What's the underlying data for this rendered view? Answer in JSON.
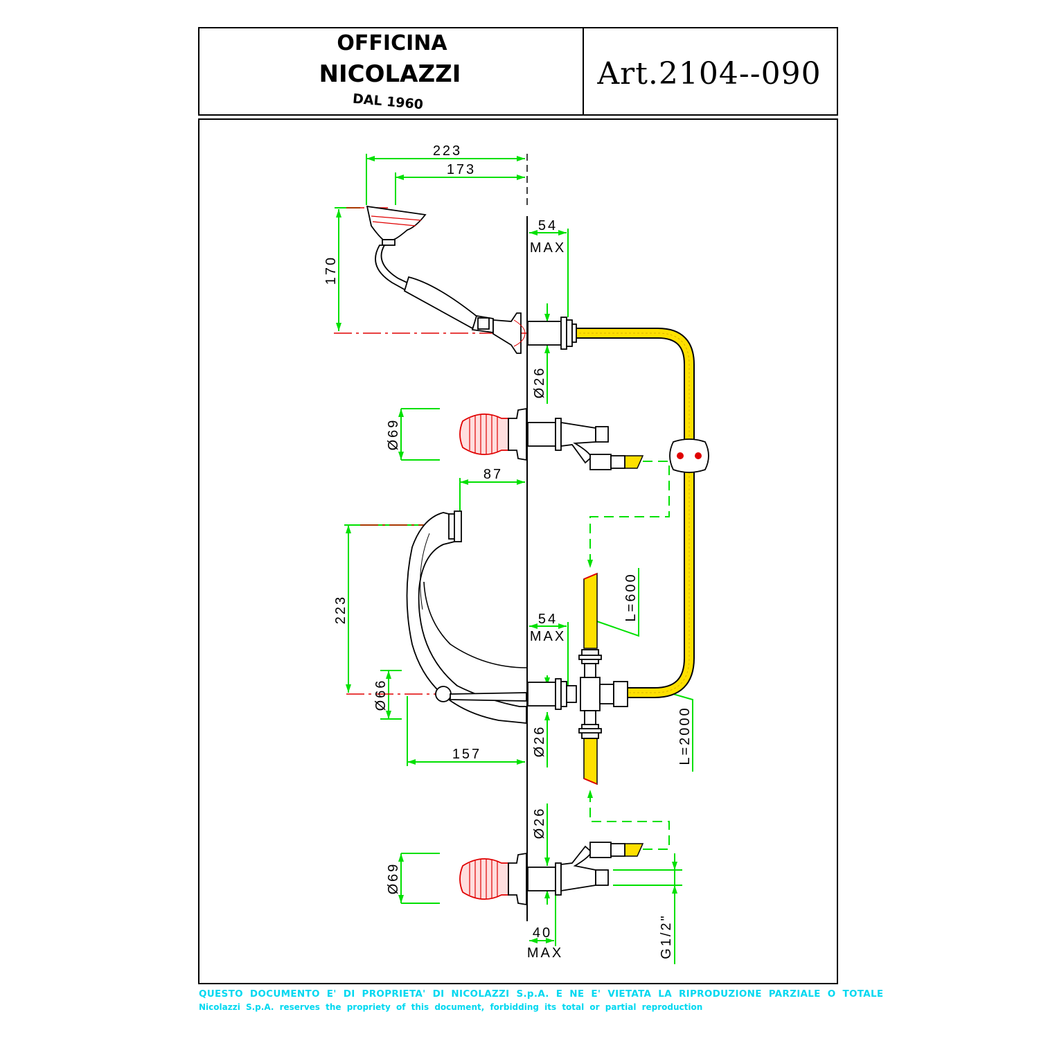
{
  "title_block": {
    "brand_line1": "OFFICINA",
    "brand_line2": "NICOLAZZI",
    "brand_line3": "DAL 1960",
    "article": "Art.2104--090"
  },
  "dimensions": {
    "handshower_width_total": "223",
    "handshower_width_inner": "173",
    "handshower_height": "170",
    "wall_depth_top": "54",
    "max_top": "MAX",
    "dia_26_a": "Ø26",
    "dia_69_a": "Ø69",
    "spout_reach_87": "87",
    "spout_height_223": "223",
    "wall_depth_mid": "54",
    "max_mid": "MAX",
    "dia_66": "Ø66",
    "spout_157": "157",
    "dia_26_b": "Ø26",
    "hose_600": "L=600",
    "hose_2000": "L=2000",
    "dia_26_c": "Ø26",
    "dia_69_b": "Ø69",
    "wall_depth_bottom": "40",
    "max_bottom": "MAX",
    "thread": "G1/2\""
  },
  "footer": {
    "italian": "QUESTO DOCUMENTO E' DI PROPRIETA' DI NICOLAZZI S.p.A. E NE E' VIETATA LA RIPRODUZIONE PARZIALE O TOTALE",
    "english": "Nicolazzi S.p.A. reserves the propriety of this document, forbidding its total or partial reproduction"
  },
  "colors": {
    "dimension_line": "#00e000",
    "centerline": "#e00000",
    "hose_fill": "#ffe000",
    "footer_text": "#00d8f0",
    "outline": "#000000"
  }
}
